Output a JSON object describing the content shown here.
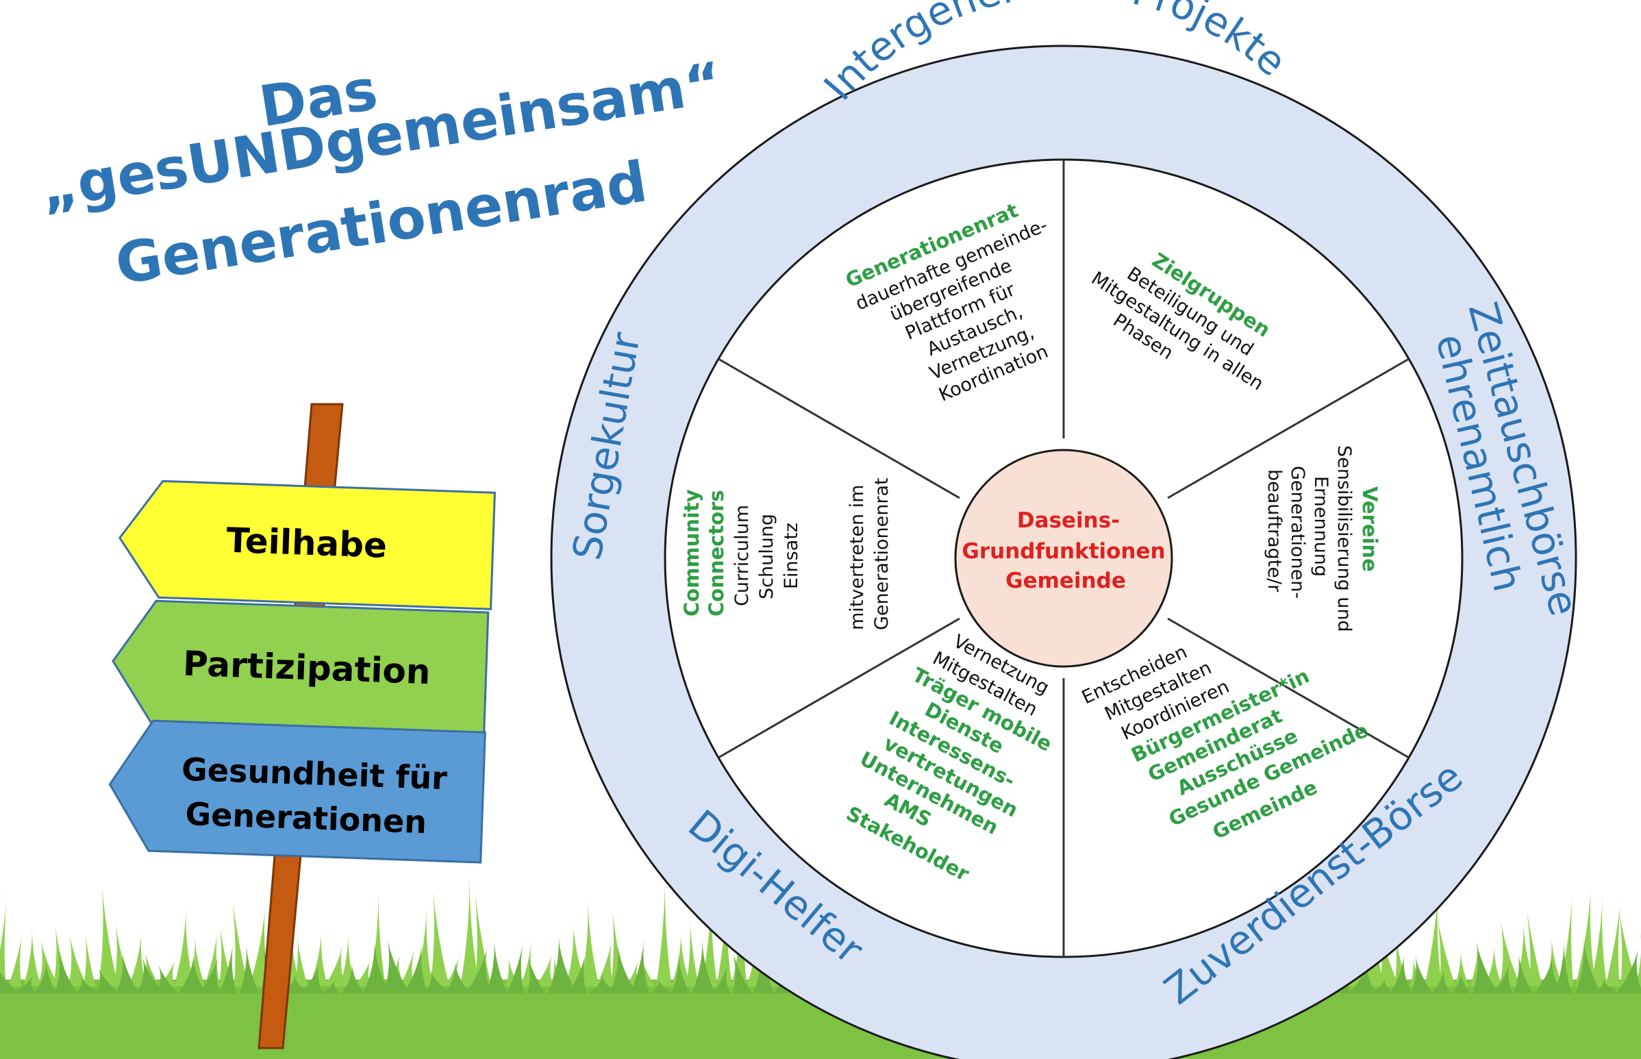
{
  "title": {
    "line1": "Das",
    "line2": "„gesUNDgemeinsam“",
    "line3": "Generationenrad"
  },
  "signpost": {
    "teilhabe": "Teilhabe",
    "partizipation": "Partizipation",
    "gesundheit_line1": "Gesundheit für",
    "gesundheit_line2": "Generationen",
    "colors": {
      "yellow": "#FFFF33",
      "green": "#92D050",
      "blue": "#5B9BD5",
      "post": "#C55A11"
    }
  },
  "ring": {
    "top": "Intergenerative Projekte",
    "right_outer": "Zeittauschbörse",
    "right_inner": "ehrenamtlich",
    "bottom_right": "Zuverdienst-Börse",
    "bottom_left": "Digi-Helfer",
    "left": "Sorgekultur",
    "color": "#DAE3F3"
  },
  "center": {
    "line1": "Daseins-",
    "line2": "Grundfunktionen",
    "line3": "Gemeinde",
    "color": "#F8E0D4"
  },
  "segments": {
    "generationenrat": {
      "heading": "Generationenrat",
      "lines": [
        "dauerhafte gemeinde-",
        "übergreifende",
        "Plattform für",
        "Austausch,",
        "Vernetzung,",
        "Koordination"
      ]
    },
    "zielgruppen": {
      "heading": "Zielgruppen",
      "lines": [
        "Beteiligung und",
        "Mitgestaltung in allen",
        "Phasen"
      ]
    },
    "vereine": {
      "heading": "Vereine",
      "lines": [
        "Sensibilisierung und",
        "Ernennung",
        "Generationen-",
        "beauftragte/r"
      ]
    },
    "gemeinde": {
      "lines_black": [
        "Entscheiden",
        "Mitgestalten",
        "Koordinieren"
      ],
      "lines_green": [
        "Bürgermeister*in",
        "Gemeinderat",
        "Ausschüsse",
        "Gesunde Gemeinde"
      ],
      "heading": "Gemeinde"
    },
    "stakeholder": {
      "lines_black": [
        "Vernetzung",
        "Mitgestalten"
      ],
      "lines_green": [
        "Träger mobile",
        "Dienste",
        "Interessens-",
        "vertretungen",
        "Unternehmen",
        "AMS"
      ],
      "heading": "Stakeholder"
    },
    "community": {
      "heading1": "Community",
      "heading2": "Connectors",
      "lines": [
        "Curriculum",
        "Schulung",
        "Einsatz"
      ],
      "note_line1": "mitvertreten im",
      "note_line2": "Generationenrat"
    }
  }
}
